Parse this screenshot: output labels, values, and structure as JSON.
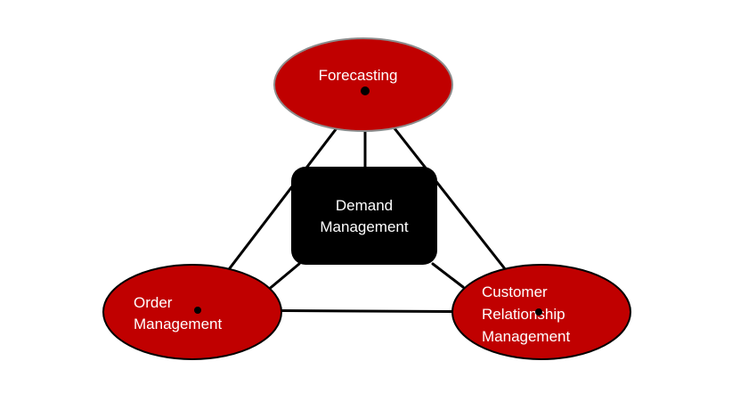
{
  "diagram": {
    "colors": {
      "ellipse_fill": "#c00000",
      "ellipse_stroke": "#8c8c8c",
      "center_fill": "#000000",
      "line": "#000000",
      "text": "#ffffff",
      "background": "#ffffff"
    },
    "nodes": {
      "forecasting": {
        "lines": [
          "Forecasting"
        ]
      },
      "demand_management": {
        "lines": [
          "Demand",
          "Management"
        ]
      },
      "order_management": {
        "lines": [
          "Order",
          "Management"
        ]
      },
      "crm": {
        "lines": [
          "Customer",
          "Relationship",
          "Management"
        ]
      }
    }
  }
}
